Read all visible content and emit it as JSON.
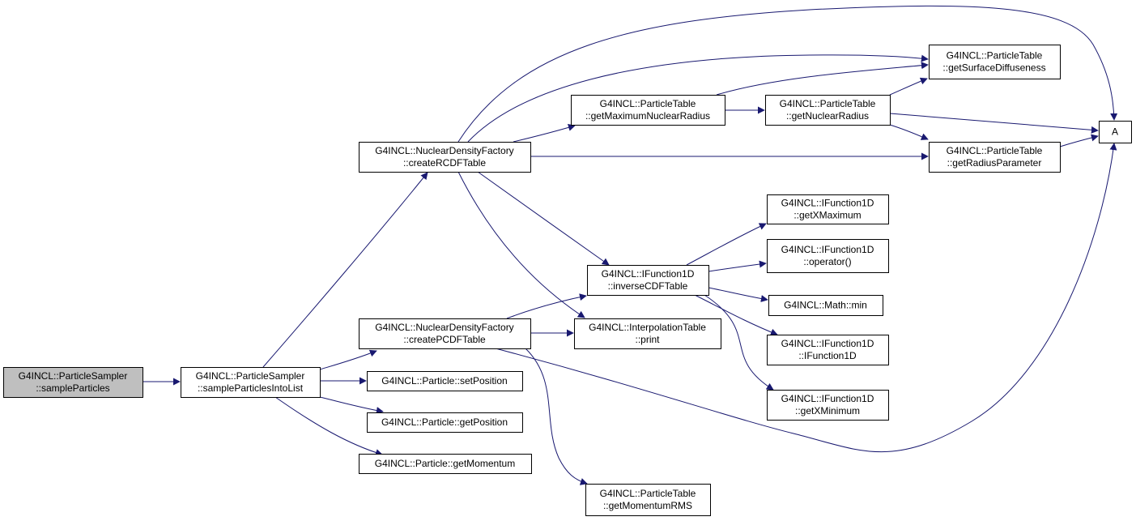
{
  "diagram": {
    "edge_color": "#191970",
    "root_fill": "#bfbfbf",
    "nodes": [
      {
        "id": "sampleParticles",
        "lines": [
          "G4INCL::ParticleSampler",
          "::sampleParticles"
        ],
        "root": true
      },
      {
        "id": "sampleParticlesIntoList",
        "lines": [
          "G4INCL::ParticleSampler",
          "::sampleParticlesIntoList"
        ]
      },
      {
        "id": "createRCDFTable",
        "lines": [
          "G4INCL::NuclearDensityFactory",
          "::createRCDFTable"
        ]
      },
      {
        "id": "createPCDFTable",
        "lines": [
          "G4INCL::NuclearDensityFactory",
          "::createPCDFTable"
        ]
      },
      {
        "id": "setPosition",
        "lines": [
          "G4INCL::Particle::setPosition"
        ]
      },
      {
        "id": "getPosition",
        "lines": [
          "G4INCL::Particle::getPosition"
        ]
      },
      {
        "id": "getMomentum",
        "lines": [
          "G4INCL::Particle::getMomentum"
        ]
      },
      {
        "id": "getMaximumNuclearRadius",
        "lines": [
          "G4INCL::ParticleTable",
          "::getMaximumNuclearRadius"
        ]
      },
      {
        "id": "inverseCDFTable",
        "lines": [
          "G4INCL::IFunction1D",
          "::inverseCDFTable"
        ]
      },
      {
        "id": "print",
        "lines": [
          "G4INCL::InterpolationTable",
          "::print"
        ]
      },
      {
        "id": "getMomentumRMS",
        "lines": [
          "G4INCL::ParticleTable",
          "::getMomentumRMS"
        ]
      },
      {
        "id": "getNuclearRadius",
        "lines": [
          "G4INCL::ParticleTable",
          "::getNuclearRadius"
        ]
      },
      {
        "id": "getXMaximum",
        "lines": [
          "G4INCL::IFunction1D",
          "::getXMaximum"
        ]
      },
      {
        "id": "operator",
        "lines": [
          "G4INCL::IFunction1D",
          "::operator()"
        ]
      },
      {
        "id": "min",
        "lines": [
          "G4INCL::Math::min"
        ]
      },
      {
        "id": "IFunction1D",
        "lines": [
          "G4INCL::IFunction1D",
          "::IFunction1D"
        ]
      },
      {
        "id": "getXMinimum",
        "lines": [
          "G4INCL::IFunction1D",
          "::getXMinimum"
        ]
      },
      {
        "id": "getSurfaceDiffuseness",
        "lines": [
          "G4INCL::ParticleTable",
          "::getSurfaceDiffuseness"
        ]
      },
      {
        "id": "getRadiusParameter",
        "lines": [
          "G4INCL::ParticleTable",
          "::getRadiusParameter"
        ]
      },
      {
        "id": "A",
        "lines": [
          "A"
        ]
      }
    ],
    "edges": [
      {
        "from": "sampleParticles",
        "to": "sampleParticlesIntoList"
      },
      {
        "from": "sampleParticlesIntoList",
        "to": "createRCDFTable"
      },
      {
        "from": "sampleParticlesIntoList",
        "to": "createPCDFTable"
      },
      {
        "from": "sampleParticlesIntoList",
        "to": "setPosition"
      },
      {
        "from": "sampleParticlesIntoList",
        "to": "getPosition"
      },
      {
        "from": "sampleParticlesIntoList",
        "to": "getMomentum"
      },
      {
        "from": "createRCDFTable",
        "to": "A"
      },
      {
        "from": "createRCDFTable",
        "to": "getSurfaceDiffuseness"
      },
      {
        "from": "createRCDFTable",
        "to": "getMaximumNuclearRadius"
      },
      {
        "from": "createRCDFTable",
        "to": "getRadiusParameter"
      },
      {
        "from": "createRCDFTable",
        "to": "inverseCDFTable"
      },
      {
        "from": "createRCDFTable",
        "to": "print"
      },
      {
        "from": "getMaximumNuclearRadius",
        "to": "getSurfaceDiffuseness"
      },
      {
        "from": "getMaximumNuclearRadius",
        "to": "getNuclearRadius"
      },
      {
        "from": "getNuclearRadius",
        "to": "getSurfaceDiffuseness"
      },
      {
        "from": "getNuclearRadius",
        "to": "A"
      },
      {
        "from": "getNuclearRadius",
        "to": "getRadiusParameter"
      },
      {
        "from": "getRadiusParameter",
        "to": "A"
      },
      {
        "from": "createPCDFTable",
        "to": "inverseCDFTable"
      },
      {
        "from": "createPCDFTable",
        "to": "print"
      },
      {
        "from": "createPCDFTable",
        "to": "A"
      },
      {
        "from": "createPCDFTable",
        "to": "getMomentumRMS"
      },
      {
        "from": "inverseCDFTable",
        "to": "getXMaximum"
      },
      {
        "from": "inverseCDFTable",
        "to": "operator"
      },
      {
        "from": "inverseCDFTable",
        "to": "min"
      },
      {
        "from": "inverseCDFTable",
        "to": "IFunction1D"
      },
      {
        "from": "inverseCDFTable",
        "to": "getXMinimum"
      }
    ]
  }
}
